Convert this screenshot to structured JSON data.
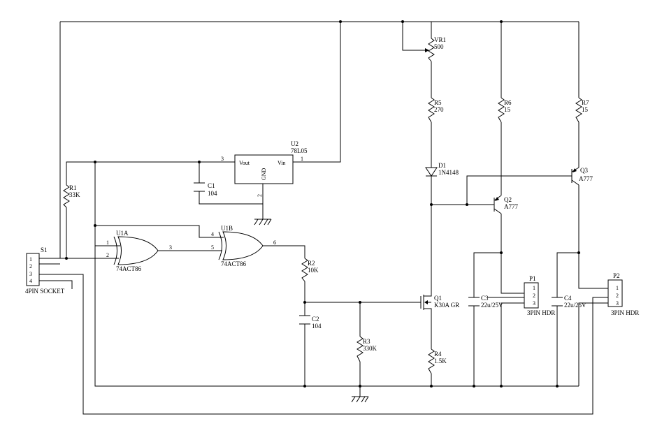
{
  "components": {
    "S1": {
      "ref": "S1",
      "value": "4PIN SOCKET",
      "pins": [
        "1",
        "2",
        "3",
        "4"
      ]
    },
    "R1": {
      "ref": "R1",
      "value": "33K"
    },
    "C1": {
      "ref": "C1",
      "value": "104"
    },
    "U2": {
      "ref": "U2",
      "value": "78L05",
      "vout": "Vout",
      "vin": "Vin",
      "gnd": "GND",
      "pin_vout": "3",
      "pin_vin": "1",
      "pin_gnd": "2"
    },
    "U1A": {
      "ref": "U1A",
      "value": "74ACT86",
      "pin_in1": "1",
      "pin_in2": "2",
      "pin_out": "3"
    },
    "U1B": {
      "ref": "U1B",
      "value": "74ACT86",
      "pin_in1": "4",
      "pin_in2": "5",
      "pin_out": "6"
    },
    "R2": {
      "ref": "R2",
      "value": "10K"
    },
    "C2": {
      "ref": "C2",
      "value": "104"
    },
    "R3": {
      "ref": "R3",
      "value": "330K"
    },
    "VR1": {
      "ref": "VR1",
      "value": "500"
    },
    "R5": {
      "ref": "R5",
      "value": "270"
    },
    "D1": {
      "ref": "D1",
      "value": "1N4148"
    },
    "Q1": {
      "ref": "Q1",
      "value": "K30A GR"
    },
    "R4": {
      "ref": "R4",
      "value": "1.5K"
    },
    "R6": {
      "ref": "R6",
      "value": "15"
    },
    "Q2": {
      "ref": "Q2",
      "value": "A777"
    },
    "C3": {
      "ref": "C3",
      "value": "22u/25V"
    },
    "P1": {
      "ref": "P1",
      "value": "3PIN HDR",
      "pins": [
        "1",
        "2",
        "3"
      ]
    },
    "R7": {
      "ref": "R7",
      "value": "15"
    },
    "Q3": {
      "ref": "Q3",
      "value": "A777"
    },
    "C4": {
      "ref": "C4",
      "value": "22u/25V"
    },
    "P2": {
      "ref": "P2",
      "value": "3PIN HDR",
      "pins": [
        "1",
        "2",
        "3"
      ]
    }
  }
}
